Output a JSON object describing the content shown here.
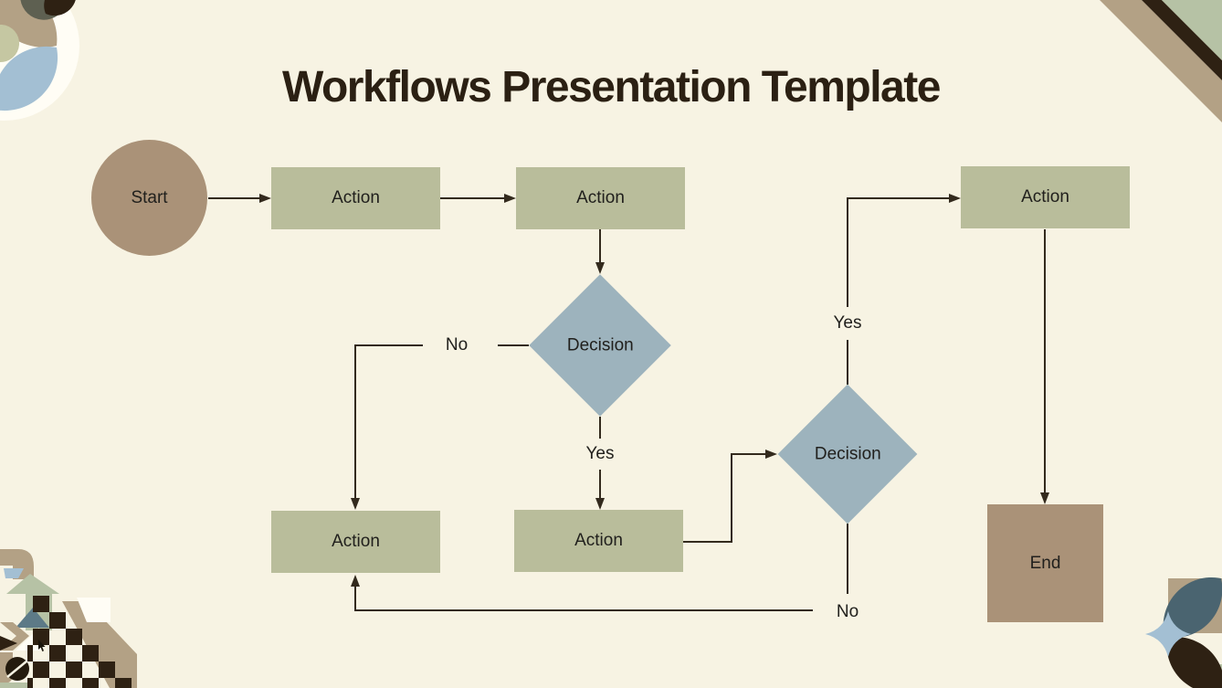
{
  "slide": {
    "title": "Workflows Presentation Template"
  },
  "flowchart": {
    "nodes": [
      {
        "id": "start",
        "shape": "circle",
        "label": "Start"
      },
      {
        "id": "action-top-1",
        "shape": "rectangle",
        "label": "Action"
      },
      {
        "id": "action-top-2",
        "shape": "rectangle",
        "label": "Action"
      },
      {
        "id": "decision-1",
        "shape": "diamond",
        "label": "Decision"
      },
      {
        "id": "action-bottom-left",
        "shape": "rectangle",
        "label": "Action"
      },
      {
        "id": "action-bottom-mid",
        "shape": "rectangle",
        "label": "Action"
      },
      {
        "id": "decision-2",
        "shape": "diamond",
        "label": "Decision"
      },
      {
        "id": "action-top-right",
        "shape": "rectangle",
        "label": "Action"
      },
      {
        "id": "end",
        "shape": "square",
        "label": "End"
      }
    ],
    "edge_labels": [
      {
        "id": "decision-1-no",
        "label": "No"
      },
      {
        "id": "decision-1-yes",
        "label": "Yes"
      },
      {
        "id": "decision-2-yes",
        "label": "Yes"
      },
      {
        "id": "decision-2-no",
        "label": "No"
      }
    ]
  },
  "palette": {
    "bg": "#f7f3e3",
    "box-green": "#b9bd9b",
    "box-blue": "#9db3bd",
    "box-tan": "#aa9278",
    "line": "#332a1d",
    "title-color": "#2b2013",
    "text": "#21201d",
    "deco-tan": "#b3a185",
    "deco-brown": "#2e2113",
    "deco-sage": "#b6c2a5",
    "deco-blue": "#a3bfd3",
    "deco-slate": "#4a6470",
    "deco-slate-light": "#5d7a87",
    "deco-olive": "#5e6051",
    "deco-lightsage": "#c5c7a2",
    "white": "#fffdf5"
  }
}
